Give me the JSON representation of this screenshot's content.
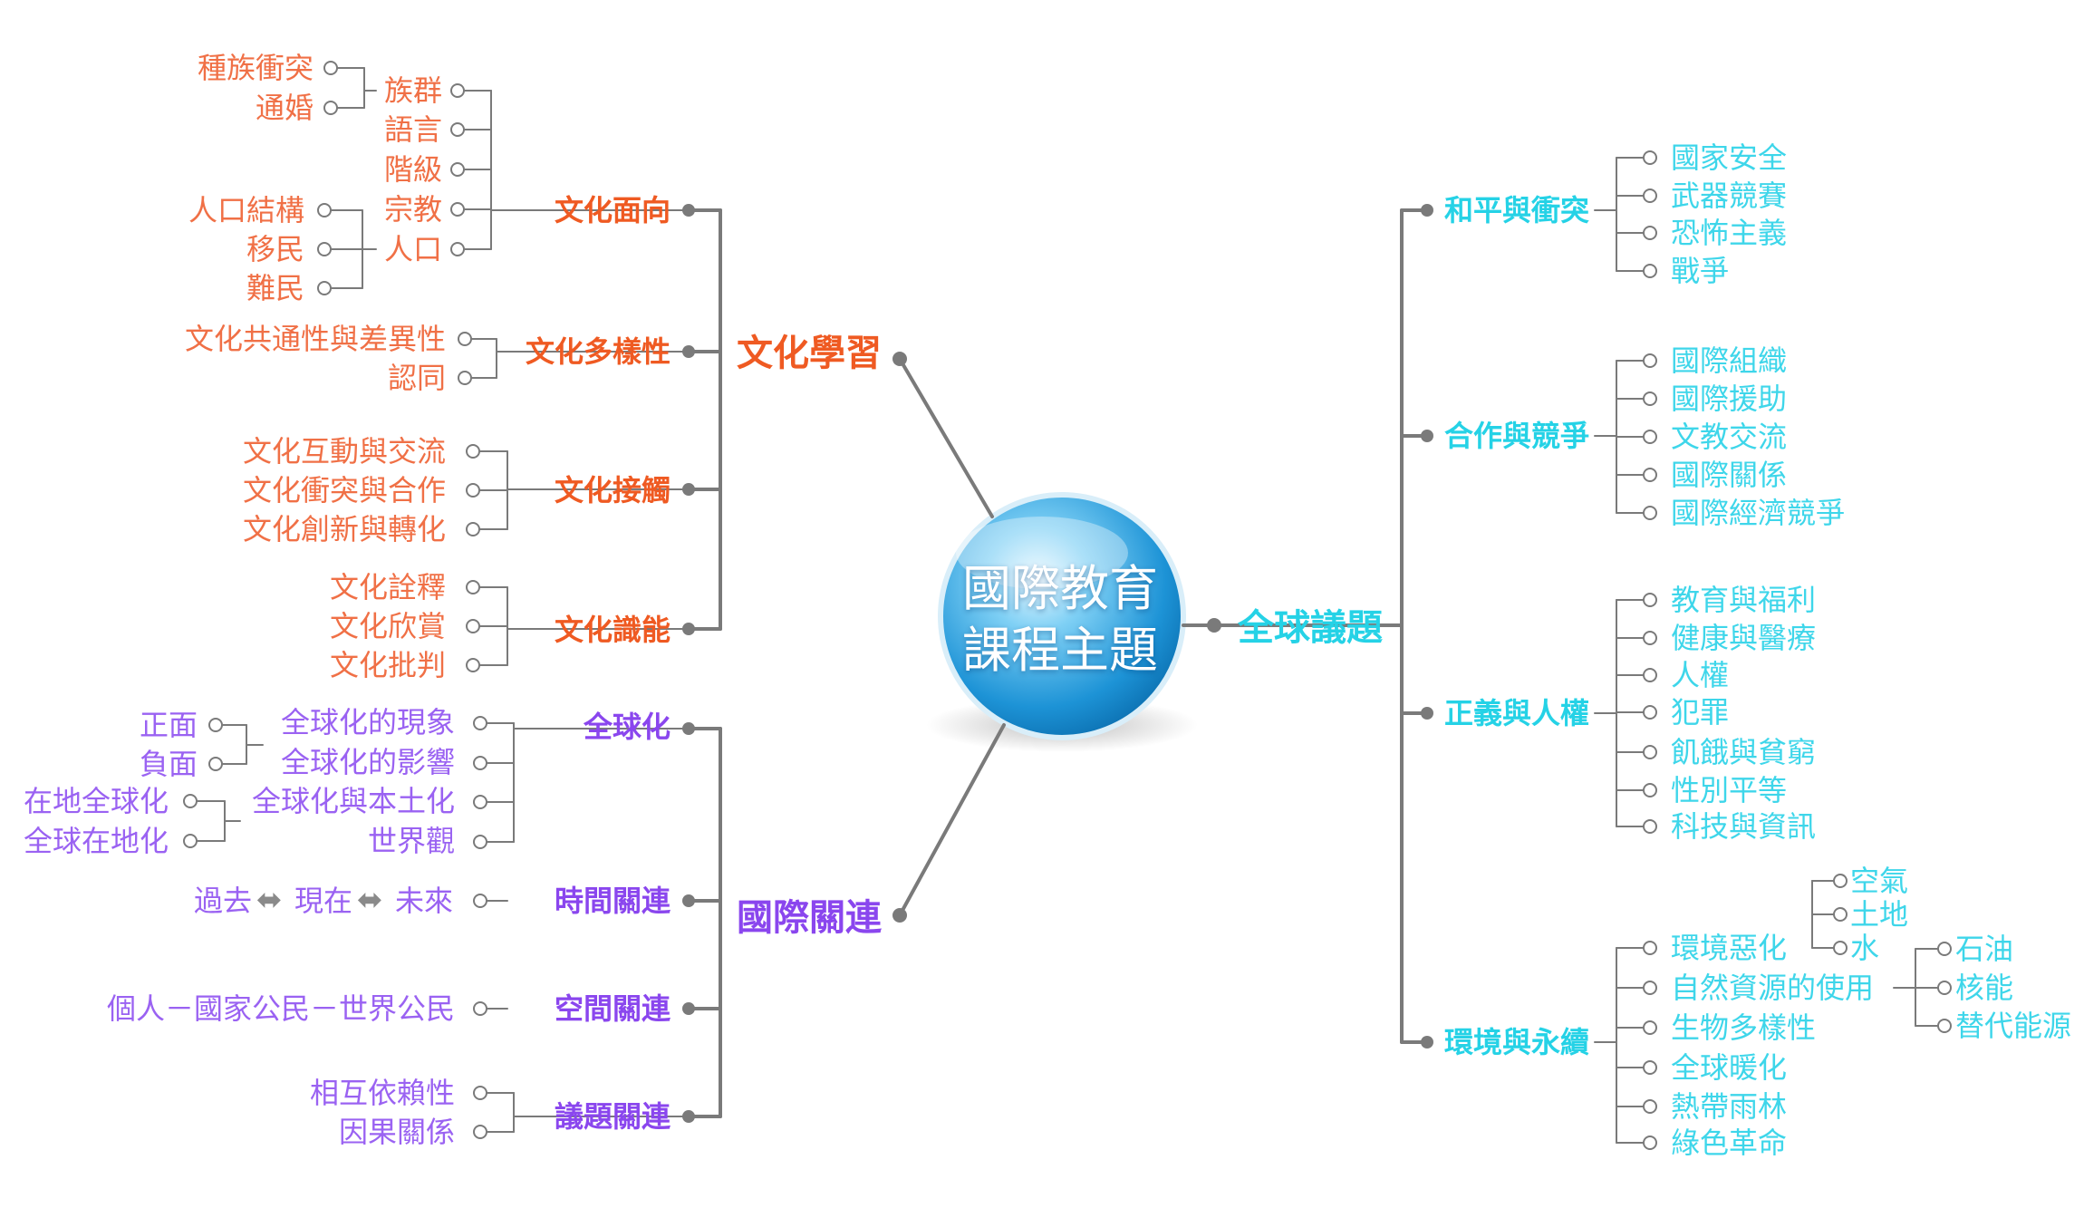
{
  "center": {
    "line1": "國際教育",
    "line2": "課程主題"
  },
  "colors": {
    "orange": "#ef5a22",
    "purple": "#8a46ee",
    "cyan": "#25d2e6",
    "connector": "#7a7a7a"
  },
  "branches": {
    "culture": {
      "label": "文化學習",
      "topics": {
        "aspects": {
          "label": "文化面向",
          "items": [
            "族群",
            "語言",
            "階級",
            "宗教",
            "人口"
          ],
          "ethnic_sub": [
            "種族衝突",
            "通婚"
          ],
          "population_sub": [
            "人口結構",
            "移民",
            "難民"
          ]
        },
        "diversity": {
          "label": "文化多樣性",
          "items": [
            "文化共通性與差異性",
            "認同"
          ]
        },
        "contact": {
          "label": "文化接觸",
          "items": [
            "文化互動與交流",
            "文化衝突與合作",
            "文化創新與轉化"
          ]
        },
        "literacy": {
          "label": "文化識能",
          "items": [
            "文化詮釋",
            "文化欣賞",
            "文化批判"
          ]
        }
      }
    },
    "international": {
      "label": "國際關連",
      "topics": {
        "globalization": {
          "label": "全球化",
          "items": [
            "全球化的現象",
            "全球化的影響",
            "全球化與本土化",
            "世界觀"
          ],
          "impact_sub": [
            "正面",
            "負面"
          ],
          "local_sub": [
            "在地全球化",
            "全球在地化"
          ]
        },
        "time": {
          "label": "時間關連",
          "items": [
            "過去",
            "現在",
            "未來"
          ]
        },
        "space": {
          "label": "空間關連",
          "items": [
            "個人－國家公民－世界公民"
          ]
        },
        "issue": {
          "label": "議題關連",
          "items": [
            "相互依賴性",
            "因果關係"
          ]
        }
      }
    },
    "global": {
      "label": "全球議題",
      "topics": {
        "peace": {
          "label": "和平與衝突",
          "items": [
            "國家安全",
            "武器競賽",
            "恐怖主義",
            "戰爭"
          ]
        },
        "cooperation": {
          "label": "合作與競爭",
          "items": [
            "國際組織",
            "國際援助",
            "文教交流",
            "國際關係",
            "國際經濟競爭"
          ]
        },
        "justice": {
          "label": "正義與人權",
          "items": [
            "教育與福利",
            "健康與醫療",
            "人權",
            "犯罪",
            "飢餓與貧窮",
            "性別平等",
            "科技與資訊"
          ]
        },
        "environment": {
          "label": "環境與永續",
          "items": [
            "環境惡化",
            "自然資源的使用",
            "生物多樣性",
            "全球暖化",
            "熱帶雨林",
            "綠色革命"
          ],
          "degradation_sub": [
            "空氣",
            "土地",
            "水"
          ],
          "resources_sub": [
            "石油",
            "核能",
            "替代能源"
          ]
        }
      }
    }
  }
}
